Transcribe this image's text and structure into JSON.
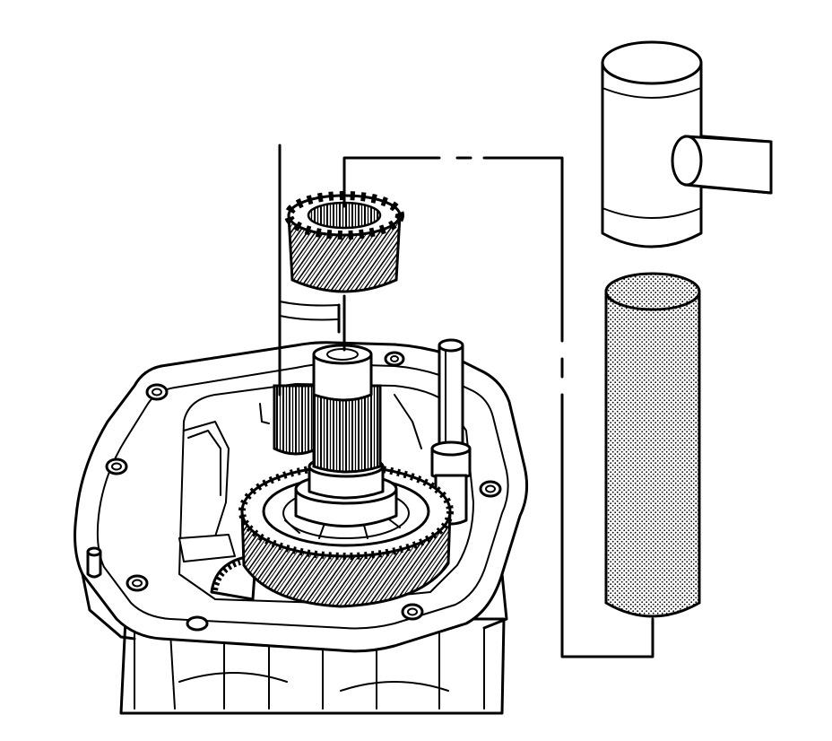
{
  "figure": {
    "parts": {
      "hammer": "hammer-illustration",
      "installer_tool": "cylindrical-installer-tool",
      "gear": "helical-gear",
      "shaft": "splined-shaft",
      "housing": "transmission-case",
      "leader_line": "dashed-leader-line"
    },
    "colors": {
      "line": "#000000",
      "background": "#ffffff",
      "tool_shading": "#bdbdbd"
    }
  }
}
